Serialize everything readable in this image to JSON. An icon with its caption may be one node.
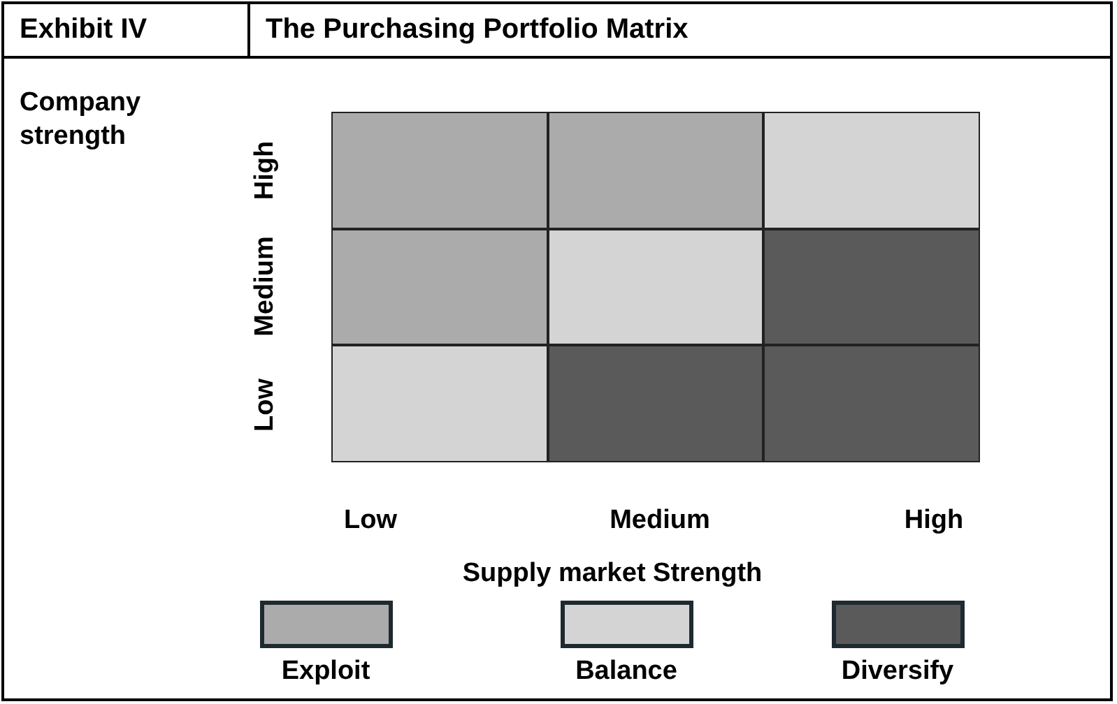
{
  "diagram": {
    "title": "The Purchasing Portfolio Matrix",
    "nodes": [
      {
        "text": [],
        "shape": "box"
      },
      {
        "text": [],
        "shape": "box"
      },
      {
        "text": [],
        "shape": "box"
      },
      {
        "text": [],
        "shape": "box"
      },
      {
        "text": [],
        "shape": "box"
      },
      {
        "text": [],
        "shape": "box"
      },
      {
        "text": [],
        "shape": "box"
      },
      {
        "text": [],
        "shape": "box"
      },
      {
        "text": [],
        "shape": "box"
      }
    ],
    "labels": [
      "Exhibit IV",
      "Company strength",
      "High",
      "Medium",
      "Low",
      "Low",
      "Medium",
      "High",
      "Supply market Strength"
    ],
    "legend": [
      {
        "text": "Exploit",
        "color": "#ababab"
      },
      {
        "text": "Balance",
        "color": "#d4d4d4"
      },
      {
        "text": "Diversify",
        "color": "#5a5a5a"
      }
    ]
  }
}
